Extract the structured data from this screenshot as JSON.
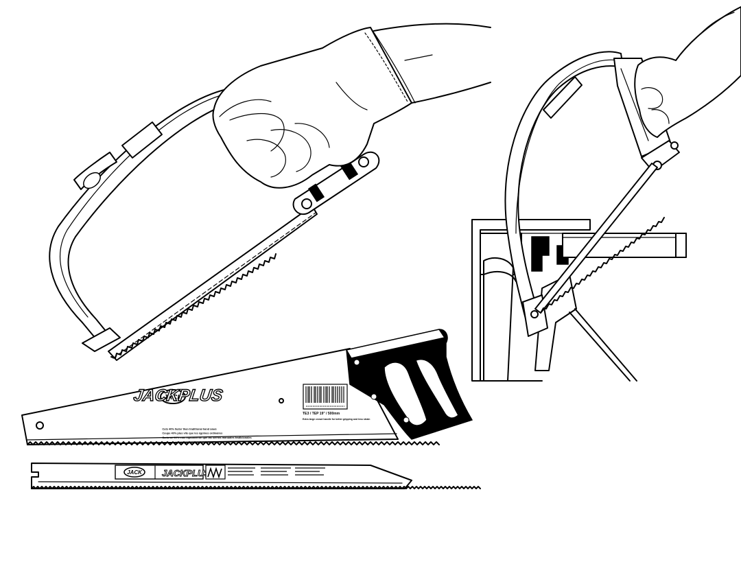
{
  "illustration": {
    "brand_name": "JACKPLUS",
    "logo_text": "JACK",
    "panel_headline_en": "Cuts 40% faster than traditional hand saws",
    "panel_headline_fr": "Coupe 40% plus vite que les égoïnes ordinaires",
    "panel_headline_es": "Corta un 40% más rápidamente que las sierras manuales tradicionales",
    "handle_note_en": "Extra large crowd handle for better gripping and less strain",
    "product_code": "ТЕЗ / ТЕР 19\" / 500mm"
  }
}
